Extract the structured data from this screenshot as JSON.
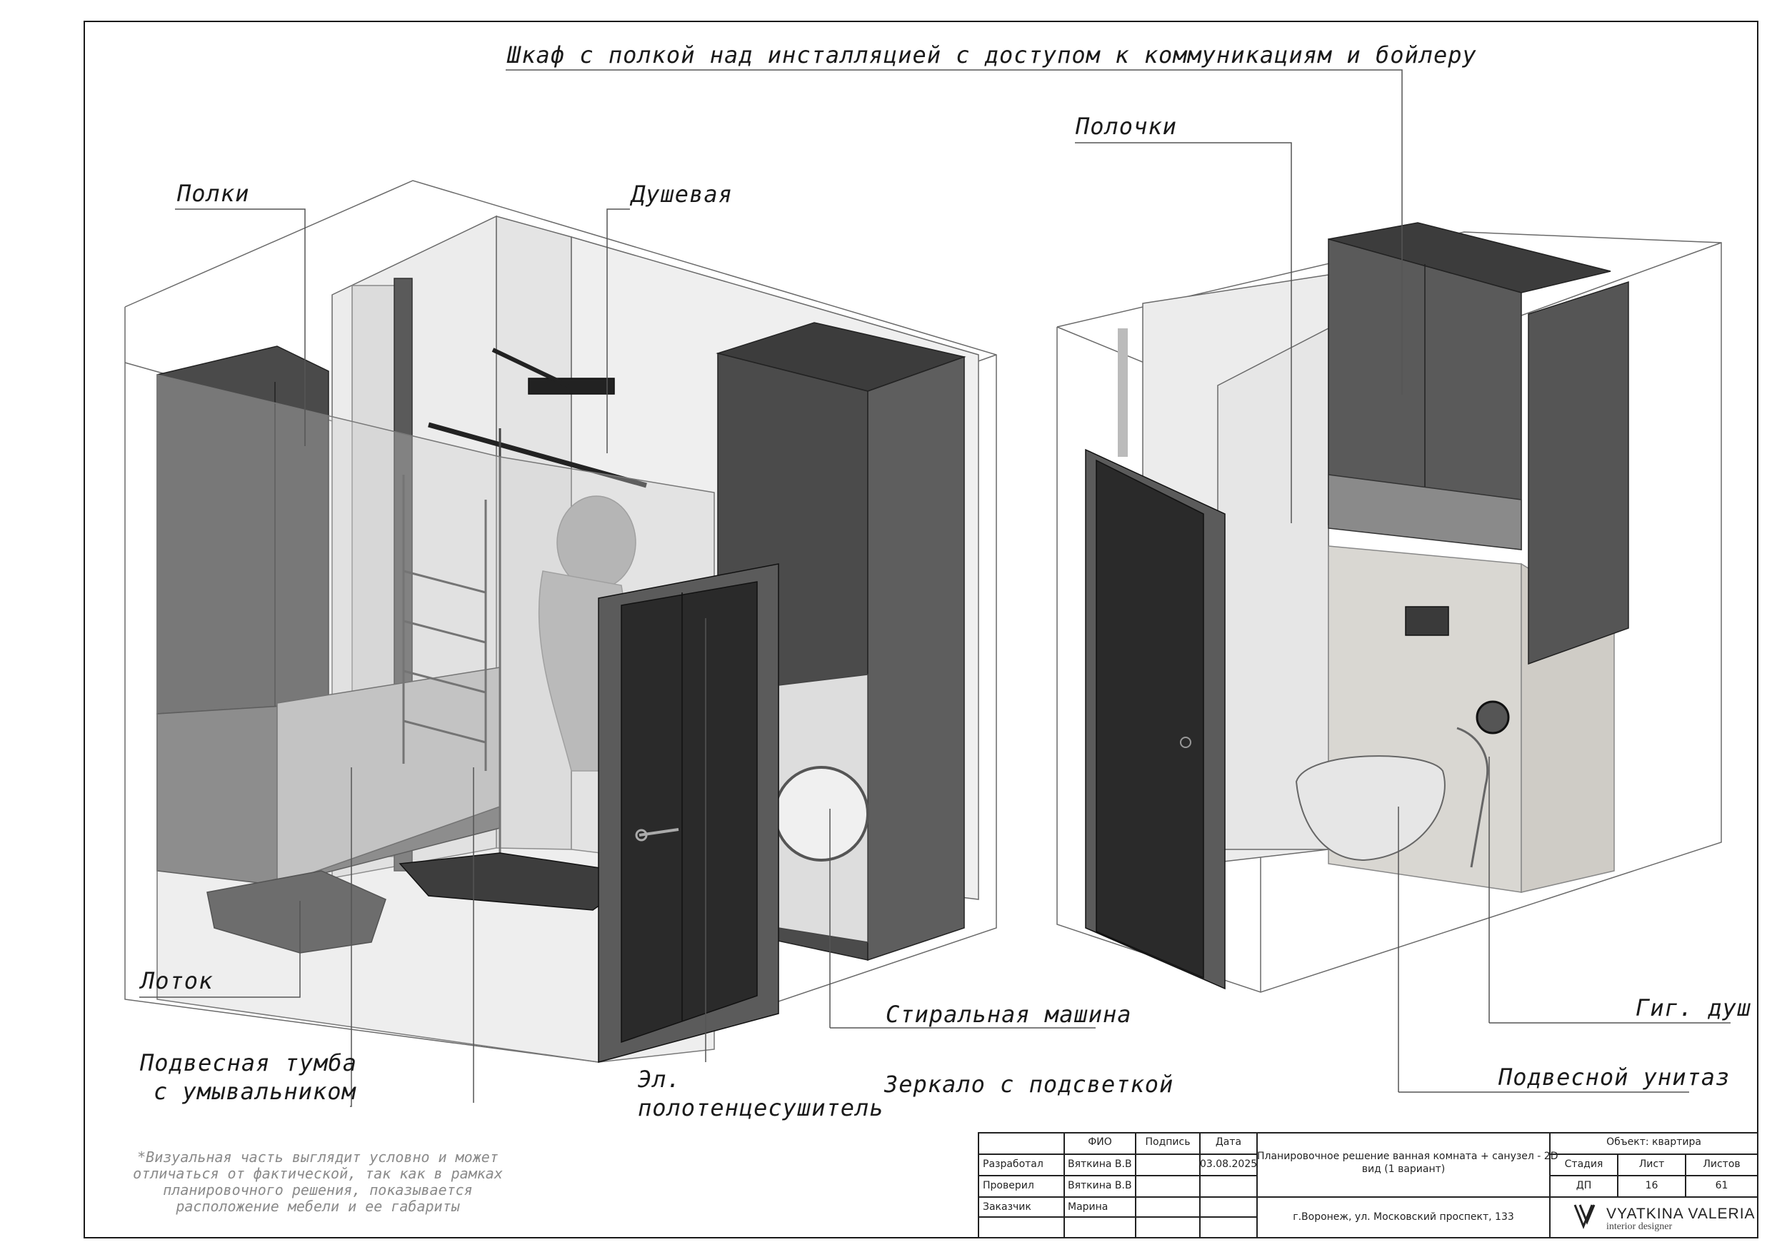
{
  "colors": {
    "ink": "#1a1a1a",
    "cabinet_dark": "#3d3d3d",
    "door_dark": "#2a2a2a",
    "glass": "#c9c9c9",
    "stone": "#d9d7d2",
    "note_gray": "#8a8a8a"
  },
  "labels": {
    "cabinet_over_installation": "Шкаф с полкой над инсталляцией с доступом к коммуникациям и бойлеру",
    "shelves_small": "Полочки",
    "shelves": "Полки",
    "shower": "Душевая",
    "tray": "Лоток",
    "vanity_line1": "Подвесная тумба",
    "vanity_line2": "с умывальником",
    "towel_line1": "Эл.",
    "towel_line2": "полотенцесушитель",
    "mirror": "Зеркало с подсветкой",
    "washing_machine": "Стиральная машина",
    "hygienic_shower": "Гиг. душ",
    "wall_toilet": "Подвесной унитаз"
  },
  "note": {
    "line1": "*Визуальная часть выглядит условно и может",
    "line2": "отличаться от фактической, так как в рамках",
    "line3": "планировочного решения, показывается",
    "line4": "расположение мебели и ее габариты"
  },
  "title_block": {
    "headers": {
      "fio": "ФИО",
      "signature": "Подпись",
      "date": "Дата"
    },
    "rows": [
      {
        "role": "Разработал",
        "name": "Вяткина В.В",
        "date": "03.08.2025"
      },
      {
        "role": "Проверил",
        "name": "Вяткина В.В",
        "date": ""
      },
      {
        "role": "Заказчик",
        "name": "Марина",
        "date": ""
      }
    ],
    "project_title_line1": "Планировочное решение ванная комната + санузел - 2D",
    "project_title_line2": "вид (1 вариант)",
    "address": "г.Воронеж, ул. Московский проспект, 133",
    "object": "Объект: квартира",
    "stage_header": "Стадия",
    "sheet_header": "Лист",
    "sheets_header": "Листов",
    "stage": "ДП",
    "sheet": "16",
    "sheets": "61",
    "logo_name": "VYATKINA VALERIA",
    "logo_sub": "interior designer"
  }
}
